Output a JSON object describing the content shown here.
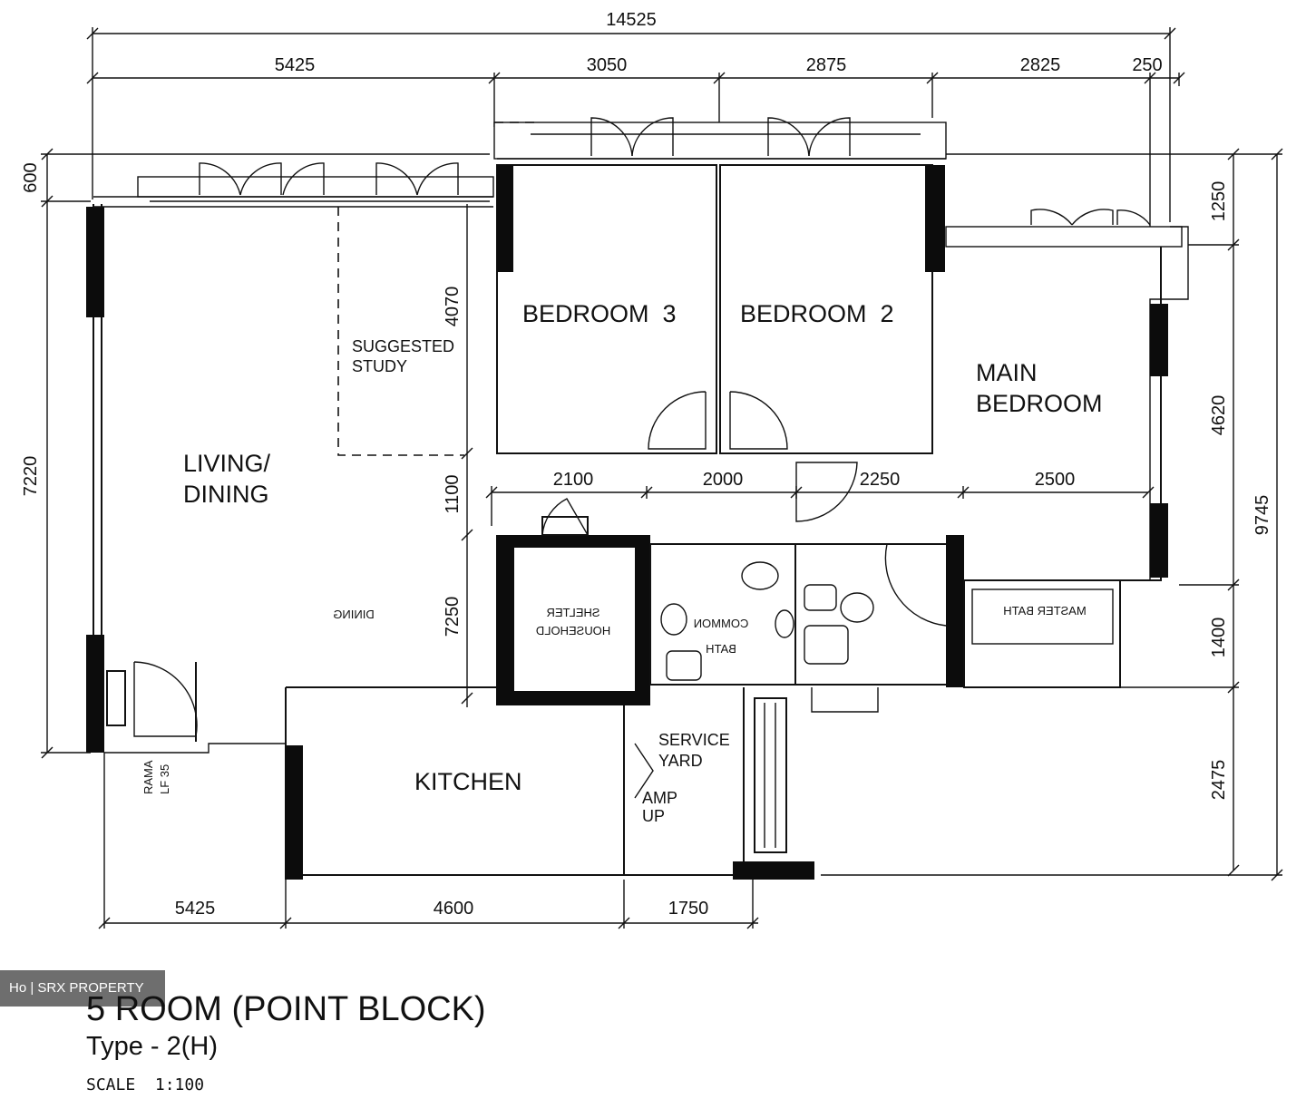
{
  "dimensions": {
    "top_overall": "14525",
    "top_segments": [
      "5425",
      "3050",
      "2875",
      "2825",
      "250"
    ],
    "left_top": "600",
    "left_main": "7220",
    "study_depth": "4070",
    "corridor_gap": "1100",
    "stair_left": "7250",
    "corridor_segments": [
      "2100",
      "2000",
      "2250",
      "2500"
    ],
    "right_segments": [
      "1250",
      "4620",
      "1400",
      "2475"
    ],
    "right_overall": "9745",
    "bottom_segments": [
      "5425",
      "4600",
      "1750"
    ]
  },
  "rooms": {
    "living": [
      "LIVING/",
      "DINING"
    ],
    "study": [
      "SUGGESTED",
      "STUDY"
    ],
    "bedroom3": "BEDROOM  3",
    "bedroom2": "BEDROOM  2",
    "main_bedroom": [
      "MAIN",
      "BEDROOM"
    ],
    "kitchen": "KITCHEN",
    "service_yard": [
      "SERVICE",
      "YARD"
    ],
    "ramp": [
      "AMP",
      "UP"
    ],
    "household_shelter": [
      "SHELTER",
      "HOUSEHOLD"
    ],
    "common_bath": [
      "COMMON",
      "BATH"
    ],
    "dining_note": "DINING",
    "master_bath": "MASTER BATH",
    "entrance_note": [
      "RAMA",
      "LF 35"
    ]
  },
  "footer": {
    "title": "5 ROOM (POINT BLOCK)",
    "subtitle": "Type - 2(H)",
    "scale": "SCALE  1:100",
    "watermark": "Ho | SRX PROPERTY"
  }
}
